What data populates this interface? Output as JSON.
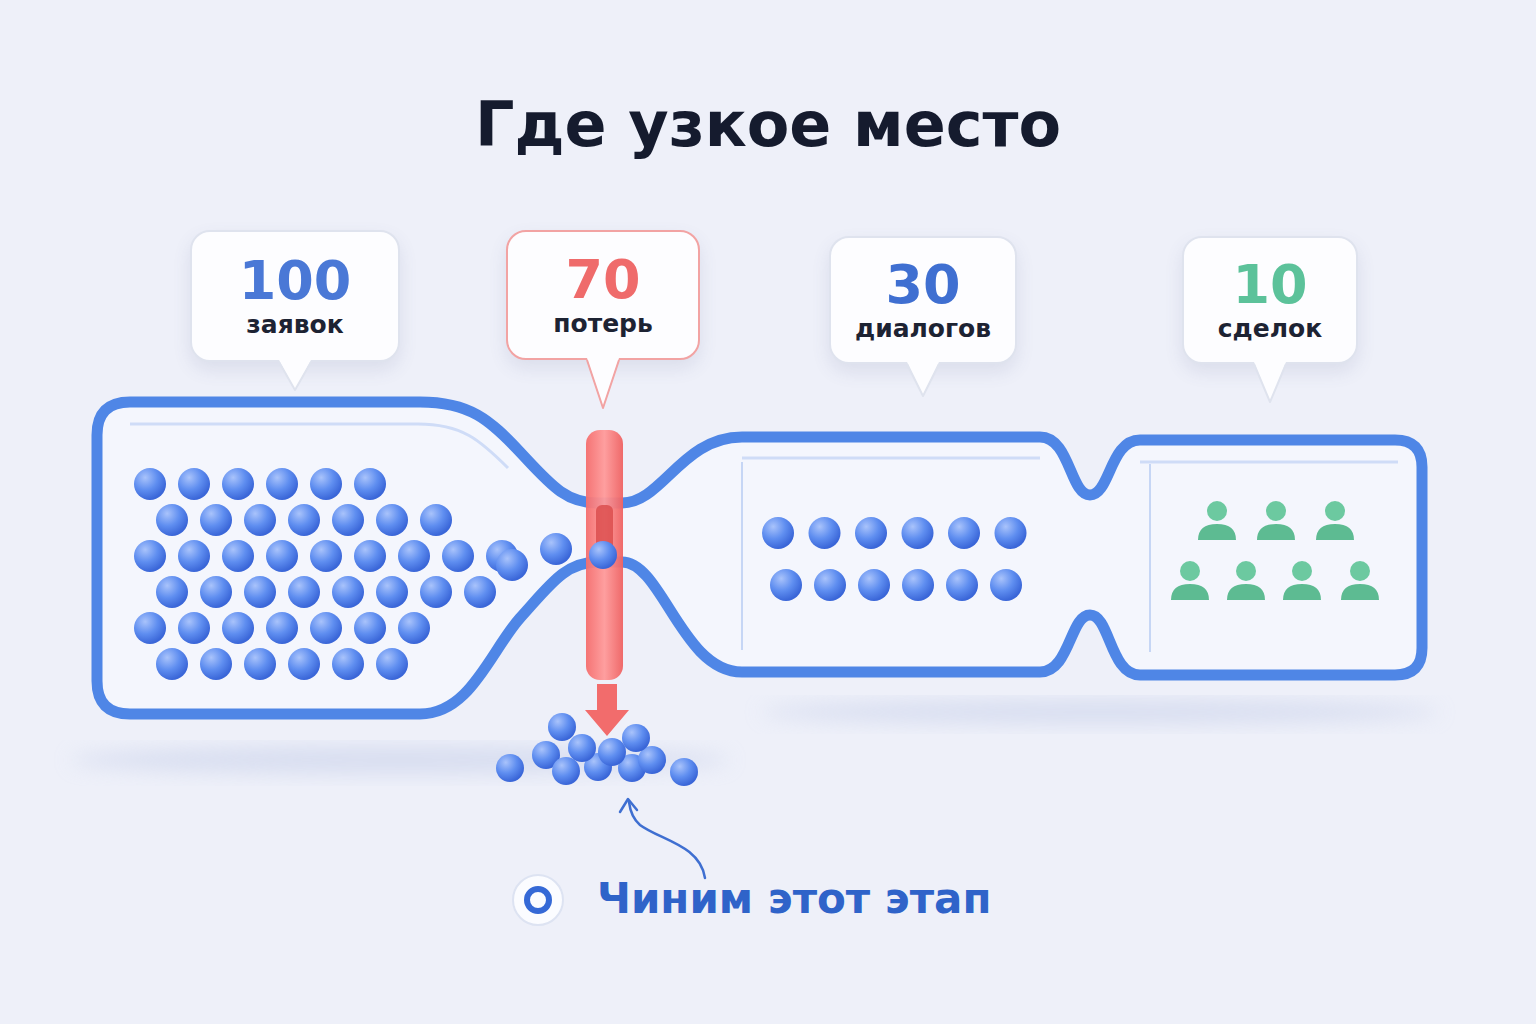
{
  "diagram": {
    "title": "Где узкое место",
    "nodes": [
      {
        "text": [
          "100",
          "заявок"
        ]
      },
      {
        "text": [
          "70",
          "потерь"
        ]
      },
      {
        "text": [
          "30",
          "диалогов"
        ]
      },
      {
        "text": [
          "10",
          "сделок"
        ]
      }
    ],
    "labels": [
      "Чиним этот этап"
    ]
  }
}
